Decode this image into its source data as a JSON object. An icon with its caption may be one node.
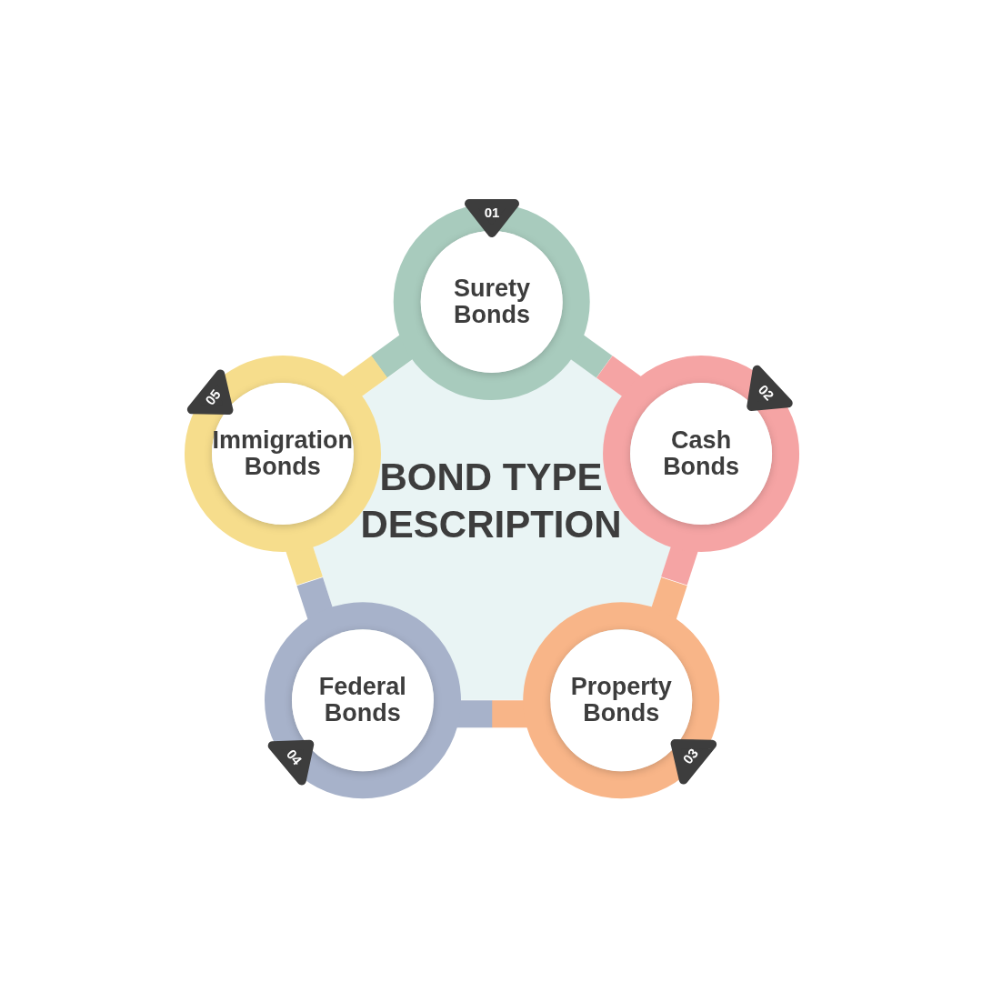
{
  "diagram": {
    "nodes": [
      {
        "text": [
          "BOND TYPE DESCRIPTION"
        ]
      },
      {
        "text": [
          "01",
          "Surety Bonds"
        ]
      },
      {
        "text": [
          "02",
          "Cash Bonds"
        ]
      },
      {
        "text": [
          "03",
          "Property Bonds"
        ]
      },
      {
        "text": [
          "04",
          "Federal Bonds"
        ]
      },
      {
        "text": [
          "05",
          "Immigration Bonds"
        ]
      }
    ]
  }
}
